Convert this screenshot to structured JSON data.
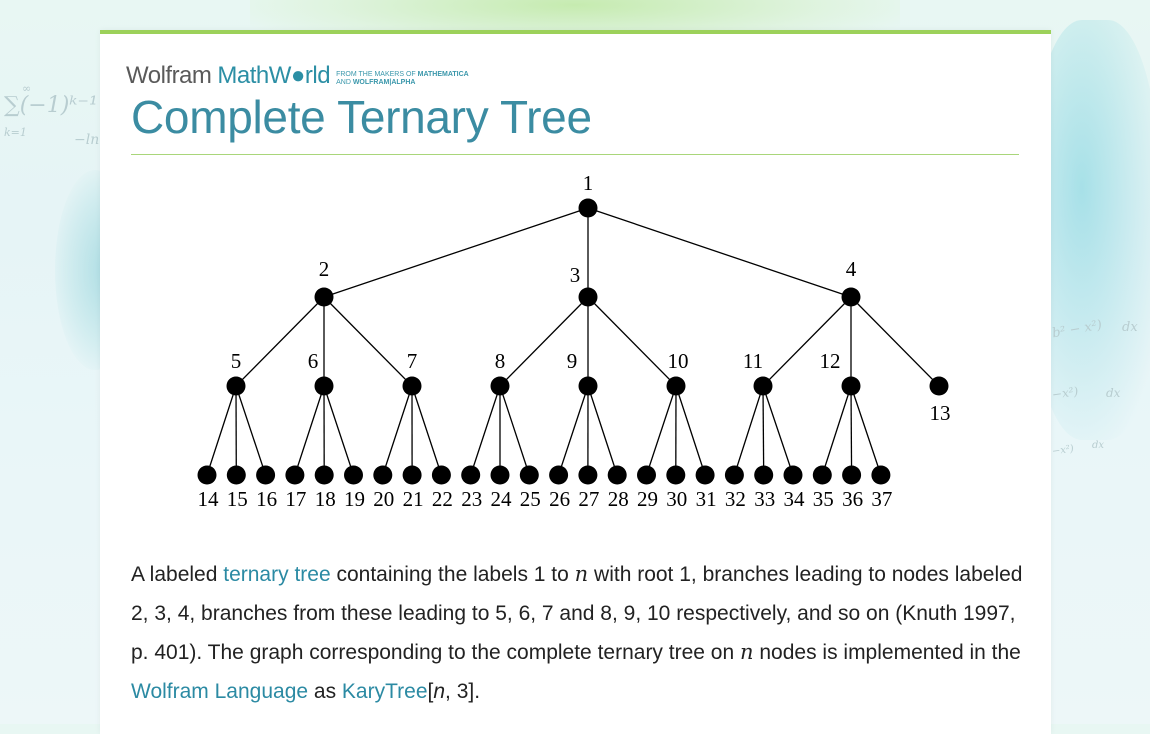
{
  "brand": {
    "wolfram": "Wolfram",
    "mathworld": "MathW●rld",
    "tag_line1": "FROM THE MAKERS OF",
    "tag_bold1": "MATHEMATICA",
    "tag_line2": "AND",
    "tag_bold2": "WOLFRAM|ALPHA"
  },
  "page_title": "Complete Ternary Tree",
  "background_math": {
    "left_sum": "∑(−1)ᵏ⁻¹",
    "left_index": "k=1",
    "left_infinity": "∞",
    "left_ln": "−ln",
    "right_terms": [
      "b² − x²)",
      "dx",
      "−x²)",
      "dx",
      "−x²)",
      "dx"
    ]
  },
  "diagram": {
    "nodes": [
      {
        "id": 1,
        "label": "1",
        "parent": null
      },
      {
        "id": 2,
        "label": "2",
        "parent": 1
      },
      {
        "id": 3,
        "label": "3",
        "parent": 1
      },
      {
        "id": 4,
        "label": "4",
        "parent": 1
      },
      {
        "id": 5,
        "label": "5",
        "parent": 2
      },
      {
        "id": 6,
        "label": "6",
        "parent": 2
      },
      {
        "id": 7,
        "label": "7",
        "parent": 2
      },
      {
        "id": 8,
        "label": "8",
        "parent": 3
      },
      {
        "id": 9,
        "label": "9",
        "parent": 3
      },
      {
        "id": 10,
        "label": "10",
        "parent": 3
      },
      {
        "id": 11,
        "label": "11",
        "parent": 4
      },
      {
        "id": 12,
        "label": "12",
        "parent": 4
      },
      {
        "id": 13,
        "label": "13",
        "parent": 4
      },
      {
        "id": 14,
        "label": "14",
        "parent": 5
      },
      {
        "id": 15,
        "label": "15",
        "parent": 5
      },
      {
        "id": 16,
        "label": "16",
        "parent": 5
      },
      {
        "id": 17,
        "label": "17",
        "parent": 6
      },
      {
        "id": 18,
        "label": "18",
        "parent": 6
      },
      {
        "id": 19,
        "label": "19",
        "parent": 6
      },
      {
        "id": 20,
        "label": "20",
        "parent": 7
      },
      {
        "id": 21,
        "label": "21",
        "parent": 7
      },
      {
        "id": 22,
        "label": "22",
        "parent": 7
      },
      {
        "id": 23,
        "label": "23",
        "parent": 8
      },
      {
        "id": 24,
        "label": "24",
        "parent": 8
      },
      {
        "id": 25,
        "label": "25",
        "parent": 8
      },
      {
        "id": 26,
        "label": "26",
        "parent": 9
      },
      {
        "id": 27,
        "label": "27",
        "parent": 9
      },
      {
        "id": 28,
        "label": "28",
        "parent": 9
      },
      {
        "id": 29,
        "label": "29",
        "parent": 10
      },
      {
        "id": 30,
        "label": "30",
        "parent": 10
      },
      {
        "id": 31,
        "label": "31",
        "parent": 10
      },
      {
        "id": 32,
        "label": "32",
        "parent": 11
      },
      {
        "id": 33,
        "label": "33",
        "parent": 11
      },
      {
        "id": 34,
        "label": "34",
        "parent": 11
      },
      {
        "id": 35,
        "label": "35",
        "parent": 12
      },
      {
        "id": 36,
        "label": "36",
        "parent": 12
      },
      {
        "id": 37,
        "label": "37",
        "parent": 12
      }
    ]
  },
  "description": {
    "p1": "A labeled ",
    "link_ternary_tree": "ternary tree",
    "p2": " containing the labels 1 to ",
    "var_n1": "n",
    "p3": " with root 1, branches leading to nodes labeled 2, 3, 4, branches from these leading to 5, 6, 7 and 8, 9, 10 respectively, and so on (Knuth 1997, p. 401). The graph corresponding to the complete ternary tree on ",
    "var_n2": "n",
    "p4": " nodes is implemented in the ",
    "link_wolfram_language": "Wolfram Language",
    "p5": " as ",
    "link_karytree": "KaryTree",
    "p6": "[",
    "var_n3": "n",
    "p7": ", 3]."
  }
}
